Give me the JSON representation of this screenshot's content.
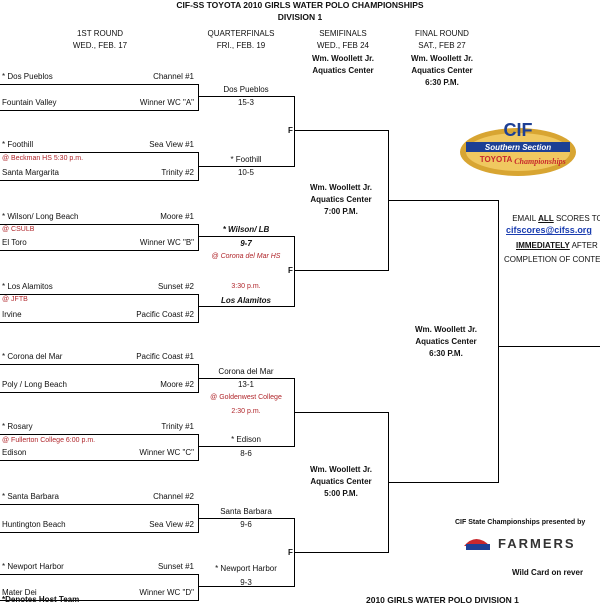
{
  "header": {
    "line1": "CIF-SS  TOYOTA 2010 GIRLS WATER POLO CHAMPIONSHIPS",
    "line2": "DIVISION 1"
  },
  "columns": [
    {
      "title": "1ST ROUND",
      "date": "WED., FEB. 17"
    },
    {
      "title": "QUARTERFINALS",
      "date": "FRI., FEB. 19"
    },
    {
      "title": "SEMIFINALS",
      "date": "WED., FEB 24"
    },
    {
      "title": "FINAL ROUND",
      "date": "SAT., FEB 27"
    }
  ],
  "round1": [
    {
      "top": "* Dos Pueblos",
      "top_seed": "Channel #1",
      "site": "",
      "bottom": "Fountain Valley",
      "bottom_seed": "Winner WC \"A\""
    },
    {
      "top": "* Foothill",
      "top_seed": "Sea View #1",
      "site": "@ Beckman HS 5:30 p.m.",
      "bottom": "Santa Margarita",
      "bottom_seed": "Trinity #2"
    },
    {
      "top": "* Wilson/ Long Beach",
      "top_seed": "Moore #1",
      "site": "@ CSULB",
      "bottom": "El Toro",
      "bottom_seed": "Winner WC \"B\""
    },
    {
      "top": "* Los Alamitos",
      "top_seed": "Sunset #2",
      "site": "@ JFTB",
      "bottom": "Irvine",
      "bottom_seed": "Pacific Coast #2"
    },
    {
      "top": "* Corona del Mar",
      "top_seed": "Pacific Coast #1",
      "site": "",
      "bottom": "Poly / Long Beach",
      "bottom_seed": "Moore #2"
    },
    {
      "top": "* Rosary",
      "top_seed": "Trinity #1",
      "site": "@ Fullerton College 6:00 p.m.",
      "bottom": "Edison",
      "bottom_seed": "Winner WC \"C\""
    },
    {
      "top": "* Santa Barbara",
      "top_seed": "Channel #2",
      "site": "",
      "bottom": "Huntington Beach",
      "bottom_seed": "Sea View #2"
    },
    {
      "top": "* Newport Harbor",
      "top_seed": "Sunset #1",
      "site": "",
      "bottom": "Mater Dei",
      "bottom_seed": "Winner WC \"D\""
    }
  ],
  "quarterfinals": [
    {
      "winner": "Dos Pueblos",
      "score": "15-3"
    },
    {
      "winner": "* Foothill",
      "score": "10-5"
    },
    {
      "winner": "* Wilson/ LB",
      "score": "9-7",
      "site": "@ Corona del Mar HS"
    },
    {
      "winner": "Los Alamitos",
      "score": "",
      "time": "3:30 p.m."
    },
    {
      "winner": "Corona del Mar",
      "score": "13-1",
      "site": "@ Goldenwest College",
      "time": "2:30 p.m."
    },
    {
      "winner": "* Edison",
      "score": "8-6"
    },
    {
      "winner": "Santa Barbara",
      "score": "9-6"
    },
    {
      "winner": "* Newport Harbor",
      "score": "9-3"
    }
  ],
  "f_marks": [
    "F",
    "F",
    "F"
  ],
  "venue_line1": "Wm. Woollett Jr.",
  "venue_line2": "Aquatics Center",
  "semis": {
    "top_header": "Wm. Woollett Jr.",
    "top_header2": "Aquatics Center",
    "top_match_time": "7:00 P.M.",
    "bottom_match_time": "5:00 P.M."
  },
  "final": {
    "time_header": "6:30 P.M.",
    "time_mid": "6:30 P.M."
  },
  "info": {
    "email_pre": "EMAIL ",
    "email_all": "ALL",
    "email_post": " SCORES TO",
    "email_address": "cifscores@cifss.org",
    "immediately": "IMMEDIATELY",
    "after": " AFTER",
    "completion": "COMPLETION OF CONTEST"
  },
  "logo": {
    "brand1": "CIF",
    "brand2": "Southern Section",
    "brand3": "TOYOTA",
    "brand4": "Championships"
  },
  "sponsor": {
    "presented": "CIF State Championships presented by",
    "name": "FARMERS"
  },
  "footer": {
    "host_note": "*Denotes Host Team",
    "wildcard": "Wild Card on rever",
    "division": "2010  GIRLS WATER POLO DIVISION 1"
  },
  "colors": {
    "red": "#b0262b",
    "link": "#1a3db0",
    "logo_gold": "#d8a532",
    "logo_blue": "#1d3f94",
    "logo_red": "#c8282c"
  }
}
